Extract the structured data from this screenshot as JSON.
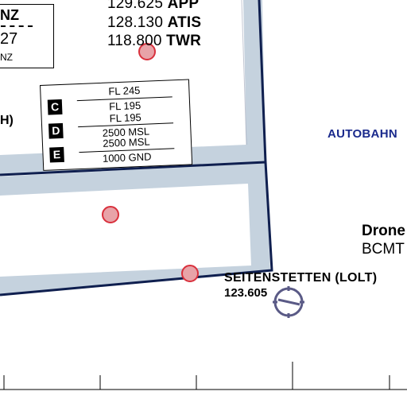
{
  "frequencies": [
    {
      "value": "129.625",
      "name": "APP"
    },
    {
      "value": "128.130",
      "name": "ATIS"
    },
    {
      "value": "118.800",
      "name": "TWR"
    }
  ],
  "nz_box": {
    "line1": "NZ",
    "line2": "27",
    "line3": "NZ"
  },
  "left_fragment": "H)",
  "airspace_box": {
    "rows": [
      {
        "letter": "C",
        "upper": "FL 245",
        "lower": "FL 195"
      },
      {
        "letter": "D",
        "upper": "FL 195",
        "lower": "2500 MSL"
      },
      {
        "letter": "E",
        "upper": "2500 MSL",
        "lower": "1000 GND"
      }
    ]
  },
  "autobahn_label": "AUTOBAHN",
  "drone_label": {
    "line1": "Drone",
    "line2": "BCMT"
  },
  "airfield": {
    "name": "SEITENSTETTEN (LOLT)",
    "frequency": "123.605"
  },
  "colors": {
    "tma_band": "#c5d2de",
    "boundary": "#0f1f4f",
    "autobahn": "#1a2a8c",
    "reporting_point": "#e8a3a8",
    "reporting_point_outline": "#d9303c",
    "airfield_symbol": "#5a5a86"
  },
  "icons": [
    "reporting-point-icon",
    "airfield-icon"
  ]
}
